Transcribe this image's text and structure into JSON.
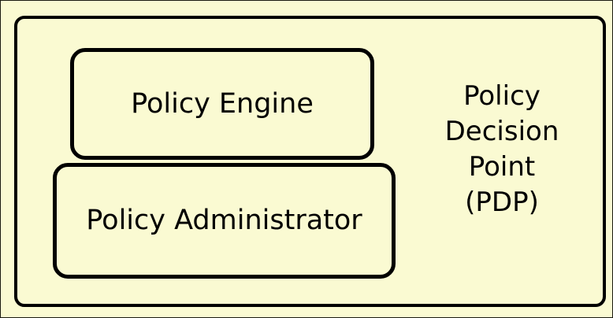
{
  "diagram": {
    "title": "Policy Decision Point (PDP)",
    "background_color": "#fafad2",
    "stroke_color": "#000000",
    "container": {
      "name": "Policy Decision Point",
      "caption_lines": [
        "Policy",
        "Decision",
        "Point",
        "(PDP)"
      ],
      "caption_text": "Policy\nDecision\nPoint\n(PDP)"
    },
    "components": [
      {
        "id": "policy-engine",
        "label": "Policy Engine"
      },
      {
        "id": "policy-administrator",
        "label": "Policy Administrator"
      }
    ]
  }
}
